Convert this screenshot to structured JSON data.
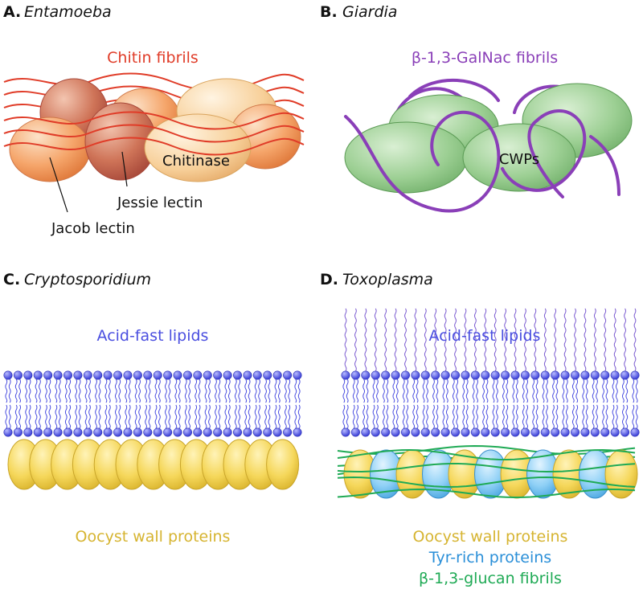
{
  "colors": {
    "chitin": "#e03c28",
    "galnac": "#8a3fb8",
    "lipid": "#4a4ee0",
    "oocyst": "#d6b430",
    "tyr": "#2a8fd8",
    "glucan": "#1faa55",
    "text": "#111111"
  },
  "panels": {
    "a": {
      "letter": "A.",
      "organism": "Entamoeba",
      "fibril_label": "Chitin fibrils",
      "chitinase": "Chitinase",
      "jessie": "Jessie lectin",
      "jacob": "Jacob lectin"
    },
    "b": {
      "letter": "B.",
      "organism": "Giardia",
      "fibril_label": "β-1,3-GalNac fibrils",
      "cwps": "CWPs"
    },
    "c": {
      "letter": "C.",
      "organism": "Cryptosporidium",
      "lipids": "Acid-fast lipids",
      "oocyst": "Oocyst wall proteins"
    },
    "d": {
      "letter": "D.",
      "organism": "Toxoplasma",
      "lipids": "Acid-fast lipids",
      "oocyst": "Oocyst wall proteins",
      "tyr": "Tyr-rich proteins",
      "glucan": "β-1,3-glucan fibrils"
    }
  }
}
